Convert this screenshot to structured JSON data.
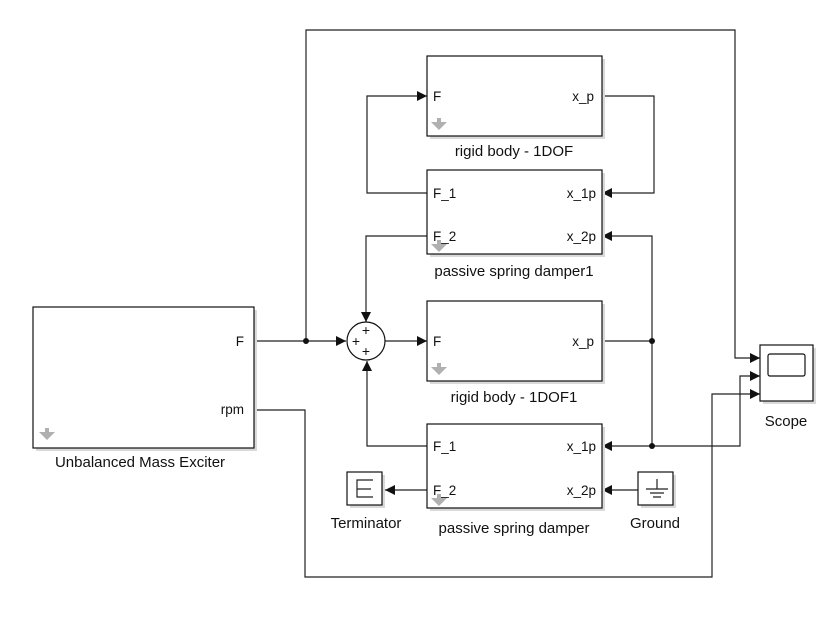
{
  "blocks": {
    "exciter": {
      "name": "Unbalanced Mass Exciter",
      "port_out_1": "F",
      "port_out_2": "rpm"
    },
    "rigid1": {
      "name": "rigid body - 1DOF",
      "port_in": "F",
      "port_out": "x_p"
    },
    "spring1": {
      "name": "passive spring damper1",
      "port_in_1": "F_1",
      "port_in_2": "F_2",
      "port_out_1": "x_1p",
      "port_out_2": "x_2p"
    },
    "rigid2": {
      "name": "rigid body - 1DOF1",
      "port_in": "F",
      "port_out": "x_p"
    },
    "spring2": {
      "name": "passive spring damper",
      "port_in_1": "F_1",
      "port_in_2": "F_2",
      "port_out_1": "x_1p",
      "port_out_2": "x_2p"
    },
    "sum": {
      "sign_top": "+",
      "sign_left": "+",
      "sign_bottom": "+"
    },
    "scope": {
      "name": "Scope"
    },
    "terminator": {
      "name": "Terminator"
    },
    "ground": {
      "name": "Ground"
    }
  }
}
